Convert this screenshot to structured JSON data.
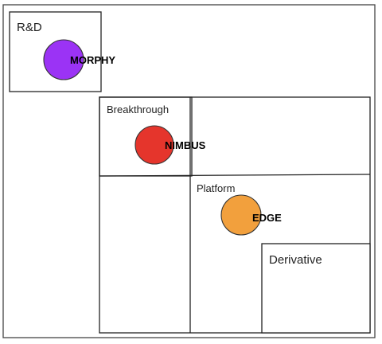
{
  "regions": {
    "rd": "R&D",
    "breakthrough": "Breakthrough",
    "platform": "Platform",
    "derivative": "Derivative"
  },
  "projects": {
    "morphy": {
      "label": "MORPHY",
      "color": "#9b33f5"
    },
    "nimbus": {
      "label": "NIMBUS",
      "color": "#e5352c"
    },
    "edge": {
      "label": "EDGE",
      "color": "#f2a03d"
    }
  }
}
